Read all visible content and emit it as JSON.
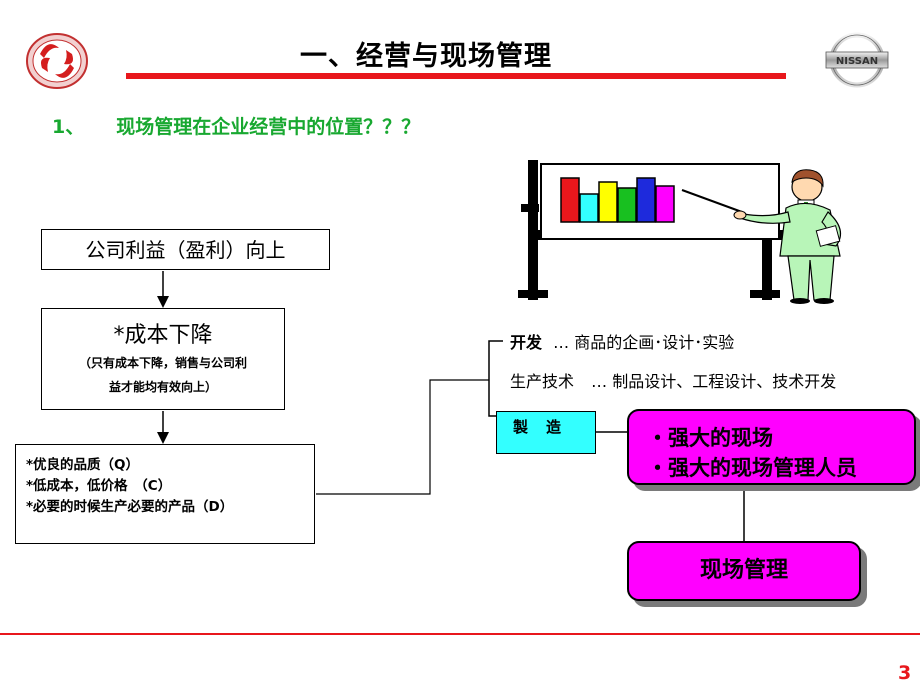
{
  "slide": {
    "title": "一、经营与现场管理",
    "subtitle_num": "1、",
    "subtitle_text": "现场管理在企业经营中的位置？？？",
    "page_number": "3"
  },
  "logos": {
    "left_logo": "dongfeng-logo",
    "right_logo": "NISSAN"
  },
  "flow": {
    "box1": "公司利益（盈利）向上",
    "box2_main": "*成本下降",
    "box2_note_line1": "（只有成本下降，销售与公司利",
    "box2_note_line2": "益才能均有效向上）",
    "box3_line1": "*优良的品质（Q）",
    "box3_line2": "*低成本，低价格　（C）",
    "box3_line3": "*必要的时候生产必要的产品（D）"
  },
  "process": {
    "dev_label": "开发",
    "dev_desc": "…  商品的企画･设计･实验",
    "prod_label": "生产技术",
    "prod_desc": "…  制品设计、工程设计、技术开发",
    "mfg_label": "製造"
  },
  "onsite": {
    "item1": "・强大的现场",
    "item2": "・强大的现场管理人员",
    "mgmt": "现场管理"
  },
  "colors": {
    "accent_red": "#e8171c",
    "green_text": "#18a830",
    "pink": "#ff00ff",
    "cyan": "#33ffff"
  },
  "illustration": {
    "bar_colors": [
      "#e8171c",
      "#33ffff",
      "#ffff00",
      "#18c020",
      "#1e2adc",
      "#ff00ff"
    ]
  }
}
